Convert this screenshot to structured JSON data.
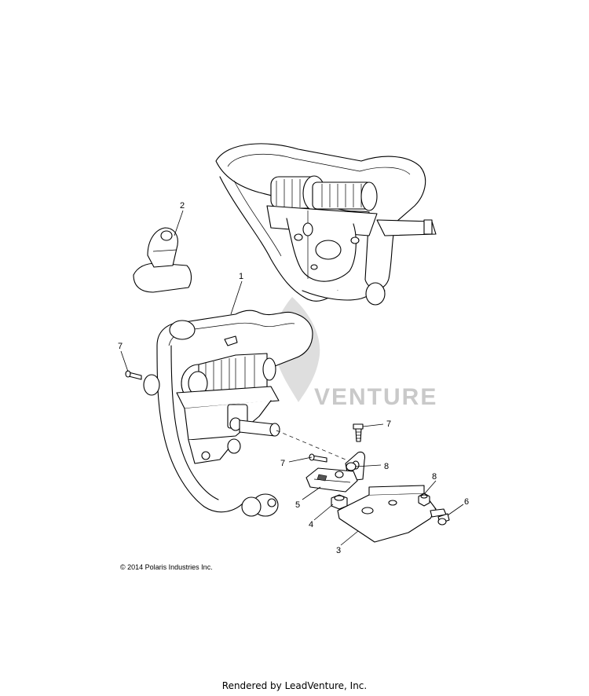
{
  "watermark": {
    "text": "VENTURE"
  },
  "callouts": [
    {
      "id": "c1",
      "label": "1"
    },
    {
      "id": "c2",
      "label": "2"
    },
    {
      "id": "c7a",
      "label": "7"
    },
    {
      "id": "c7b",
      "label": "7"
    },
    {
      "id": "c7c",
      "label": "7"
    },
    {
      "id": "c8a",
      "label": "8"
    },
    {
      "id": "c8b",
      "label": "8"
    },
    {
      "id": "c5",
      "label": "5"
    },
    {
      "id": "c4",
      "label": "4"
    },
    {
      "id": "c3",
      "label": "3"
    },
    {
      "id": "c6",
      "label": "6"
    }
  ],
  "footer": {
    "copyright": "© 2014 Polaris Industries Inc.",
    "rendered_by": "Rendered by LeadVenture, Inc."
  }
}
